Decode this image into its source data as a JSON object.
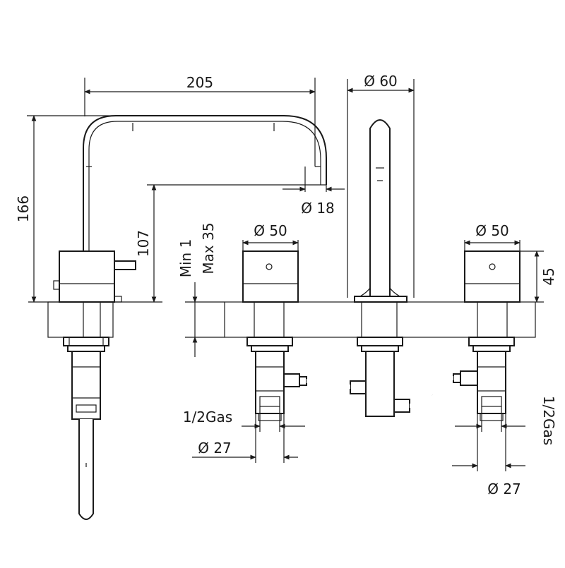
{
  "dimensions": {
    "spout_reach": "205",
    "spout_height_total": "166",
    "spout_outlet_height": "107",
    "spout_outlet_diameter": "Ø 18",
    "spout_body_diameter": "Ø 60",
    "handle_diameter_left": "Ø 50",
    "handle_diameter_right": "Ø 50",
    "handle_height": "45",
    "deck_min": "Min 1",
    "deck_max": "Max 35",
    "thread_left": "1/2Gas",
    "thread_right": "1/2Gas",
    "shank_left": "Ø 27",
    "shank_right": "Ø 27"
  }
}
